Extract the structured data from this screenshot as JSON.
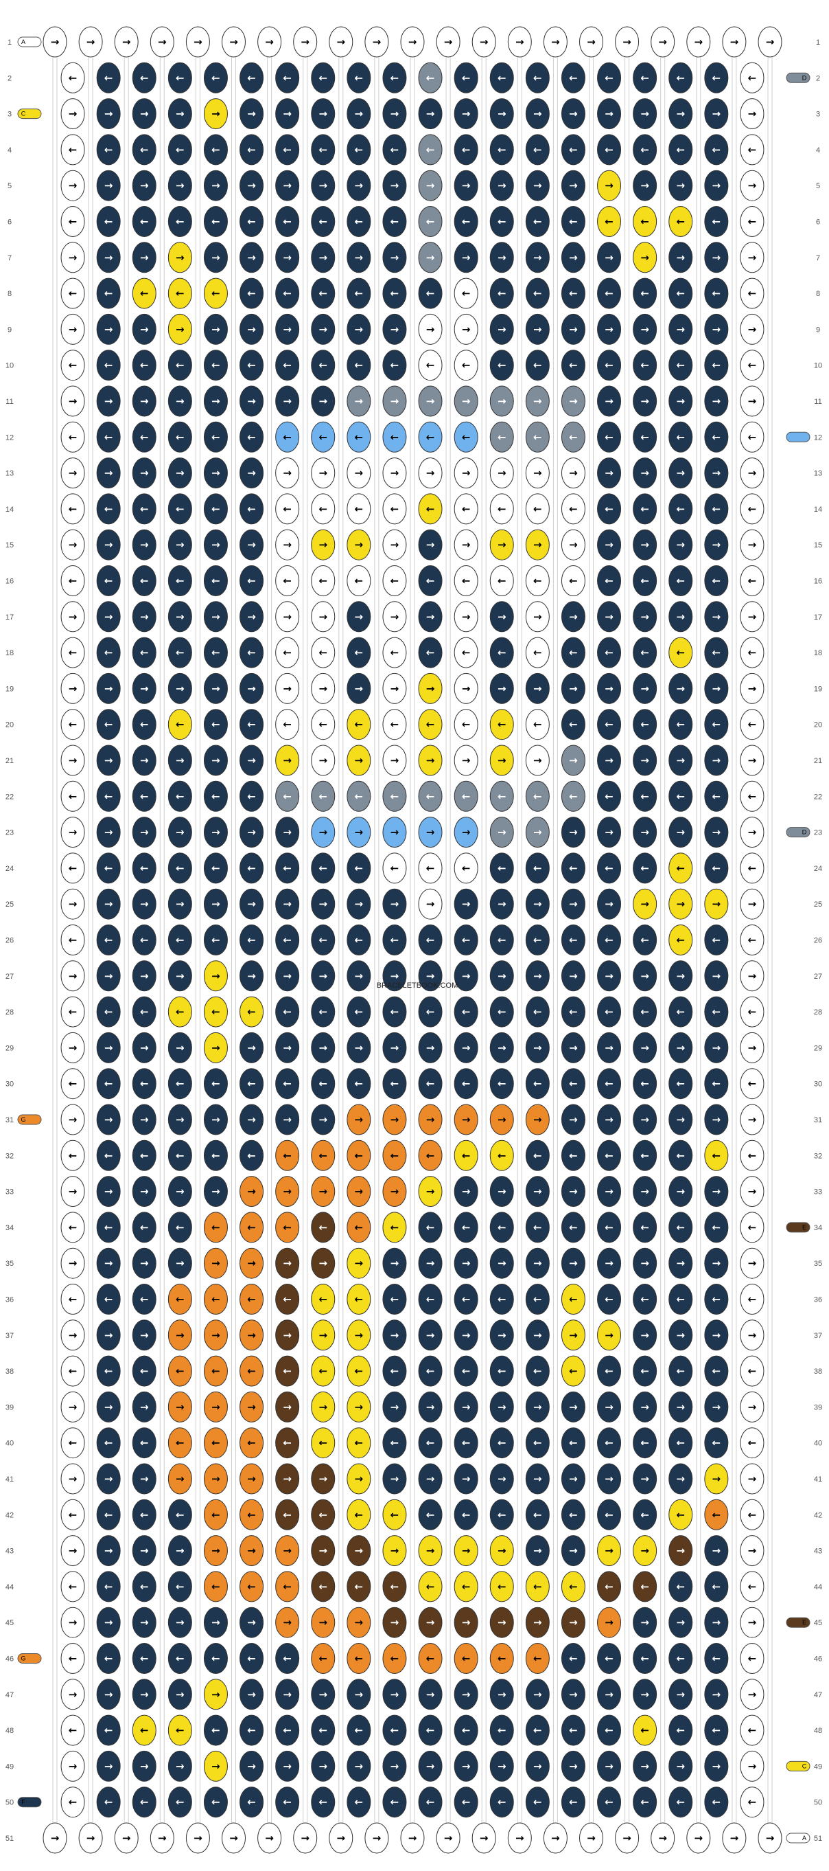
{
  "watermark": "BRACELETBOOK.COM",
  "colors": {
    "navy": "#1e3650",
    "white": "#ffffff",
    "gray": "#7f8c99",
    "yellow": "#f5dd1b",
    "lightblue": "#6fb2ee",
    "orange": "#ec8a2a",
    "brown": "#5b3a1e"
  },
  "row_numbers": [
    "1",
    "2",
    "3",
    "4",
    "5",
    "6",
    "7",
    "8",
    "9",
    "10",
    "11",
    "12",
    "13",
    "14",
    "15",
    "16",
    "17",
    "18",
    "19",
    "20",
    "21",
    "22",
    "23",
    "24",
    "25",
    "26",
    "27",
    "28",
    "29",
    "30",
    "31",
    "32",
    "33",
    "34",
    "35",
    "36",
    "37",
    "38",
    "39",
    "40",
    "41",
    "42",
    "43",
    "44",
    "45",
    "46",
    "47",
    "48",
    "49",
    "50",
    "51"
  ],
  "left_strand_labels": [
    {
      "row": 1,
      "label": "A",
      "color": "white"
    },
    {
      "row": 3,
      "label": "C",
      "color": "yellow"
    },
    {
      "row": 31,
      "label": "G",
      "color": "orange"
    },
    {
      "row": 46,
      "label": "G",
      "color": "orange"
    },
    {
      "row": 50,
      "label": "F",
      "color": "navy"
    }
  ],
  "right_strand_labels": [
    {
      "row": 2,
      "label": "D",
      "color": "gray"
    },
    {
      "row": 12,
      "label": "",
      "color": "lightblue"
    },
    {
      "row": 23,
      "label": "D",
      "color": "gray"
    },
    {
      "row": 34,
      "label": "E",
      "color": "brown"
    },
    {
      "row": 45,
      "label": "E",
      "color": "brown"
    },
    {
      "row": 49,
      "label": "C",
      "color": "yellow"
    },
    {
      "row": 51,
      "label": "A",
      "color": "white"
    }
  ],
  "grid_rows": [
    "WWWWWWWWWWWWWWWWWWWWW",
    "WNNNNNNNNNGNNNNNNNNW",
    "WNNNYNNNNNNNNNNNNNNW",
    "WNNNNNNNNNGNNNNNNNNW",
    "WNNNNNNNNNGNNNNYNNNW",
    "WNNNNNNNNNGNNNNYYYNW",
    "WNNYNNNNNNGNNNNNYNNW",
    "WNYYYNNNNNNWNNNNNNNW",
    "WNNYNNNNNNWWNNNNNNNW",
    "WNNNNNNNNNWWNNNNNNNW",
    "WNNNNNNNGGGGGGGNNNNW",
    "WNNNNNLLLLLLGGGNNNNW",
    "WNNNNNWWWWWWWWWNNNNW",
    "WNNNNNWWWWYWWWWNNNNW",
    "WNNNNNWYYWNWYYWNNNNW",
    "WNNNNNWWWWNWWWWNNNNW",
    "WNNNNNWWNWNWNWNNNNNW",
    "WNNNNNWWNWNWNWNNNYNW",
    "WNNNNNWWNWYWNNNNNNNW",
    "WNNYNNWWYWYWYWNNNNNW",
    "WNNNNNYWYWYWYWGNNNNW",
    "WNNNNNGGGGGGGGGNNNNW",
    "WNNNNNNLLLLLGGNNNNNW",
    "WNNNNNNNNWWWNNNNNYNW",
    "WNNNNNNNNNWNNNNNYYYW",
    "WNNNNNNNNNNNNNNNNYNW",
    "WNNNYNNNNNNNNNNNNNNW",
    "WNNYYYNNNNNNNNNNNNNW",
    "WNNNYNNNNNNNNNNNNNNW",
    "WNNNNNNNNNNNNNNNNNNW",
    "WNNNNNNNOOOOOONNNNNW",
    "WNNNNNOOOOOYYNNNNNYW",
    "WNNNNOOOOOYNNNNNNNNW",
    "WNNNOOOBOYNNNNNNNNNW",
    "WNNNOOBBYNNNNNNNNNNW",
    "WNNOOOBYYNNNNNYNNNNW",
    "WNNOOOBYYNNNNNYYNNNW",
    "WNNOOOBYYNNNNNYNNNNW",
    "WNNOOOBYYNNNNNNNNNNW",
    "WNNOOOBYYNNNNNNNNNNW",
    "WNNOOOBBYNNNNNNNNNYW",
    "WNNNOOBBYYNNNNNNNYOW",
    "WNNNOOOBBYYYYNNYYBNW",
    "WNNNOOOBBBYYYYYBBNNW",
    "WNNNNNOOOBBBBBBONNNW",
    "WNNNNNNOOOOOOONNNNNW",
    "WNNNYNNNNNNNNNNNNNNW",
    "WNYYNNNNNNNNNNNNYNNW",
    "WNNNYNNNNNNNNNNNNNNW",
    "WNNNNNNNNNNNNNNNNNNW",
    "WWWWWWWWWWWWWWWWWWWWW"
  ]
}
